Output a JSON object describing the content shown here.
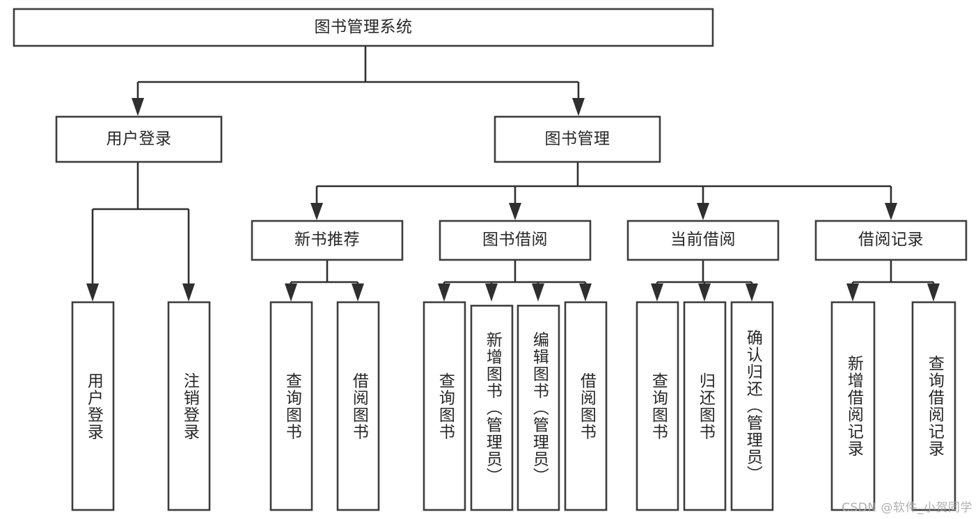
{
  "diagram": {
    "title": "图书管理系统",
    "type": "hierarchy-tree",
    "root": {
      "id": "root",
      "label": "图书管理系统"
    },
    "level2": [
      {
        "id": "user-login",
        "label": "用户登录"
      },
      {
        "id": "book-management",
        "label": "图书管理"
      }
    ],
    "level3": [
      {
        "id": "new-book-recommend",
        "label": "新书推荐"
      },
      {
        "id": "book-borrow",
        "label": "图书借阅"
      },
      {
        "id": "current-borrow",
        "label": "当前借阅"
      },
      {
        "id": "borrow-record",
        "label": "借阅记录"
      }
    ],
    "leaves": {
      "user_login": [
        {
          "id": "leaf-user-login",
          "label": "用户登录"
        },
        {
          "id": "leaf-logout-login",
          "label": "注销登录"
        }
      ],
      "new_book_recommend": [
        {
          "id": "leaf-query-book-1",
          "label": "查询图书"
        },
        {
          "id": "leaf-borrow-book-1",
          "label": "借阅图书"
        }
      ],
      "book_borrow": [
        {
          "id": "leaf-query-book-2",
          "label": "查询图书"
        },
        {
          "id": "leaf-add-book",
          "label": "新增图书（管理员）"
        },
        {
          "id": "leaf-edit-book",
          "label": "编辑图书（管理员）"
        },
        {
          "id": "leaf-borrow-book-2",
          "label": "借阅图书"
        }
      ],
      "current_borrow": [
        {
          "id": "leaf-query-book-3",
          "label": "查询图书"
        },
        {
          "id": "leaf-return-book",
          "label": "归还图书"
        },
        {
          "id": "leaf-confirm-return",
          "label": "确认归还（管理员）"
        }
      ],
      "borrow_record": [
        {
          "id": "leaf-add-record",
          "label": "新增借阅记录"
        },
        {
          "id": "leaf-query-record",
          "label": "查询借阅记录"
        }
      ]
    },
    "colors": {
      "box_stroke": "#3d3d3d",
      "connector": "#2f2f2f",
      "background": "#ffffff",
      "text": "#262626",
      "watermark": "#a9a9a9"
    }
  },
  "watermark": {
    "text": "CSDN @软件_小贺同学"
  }
}
